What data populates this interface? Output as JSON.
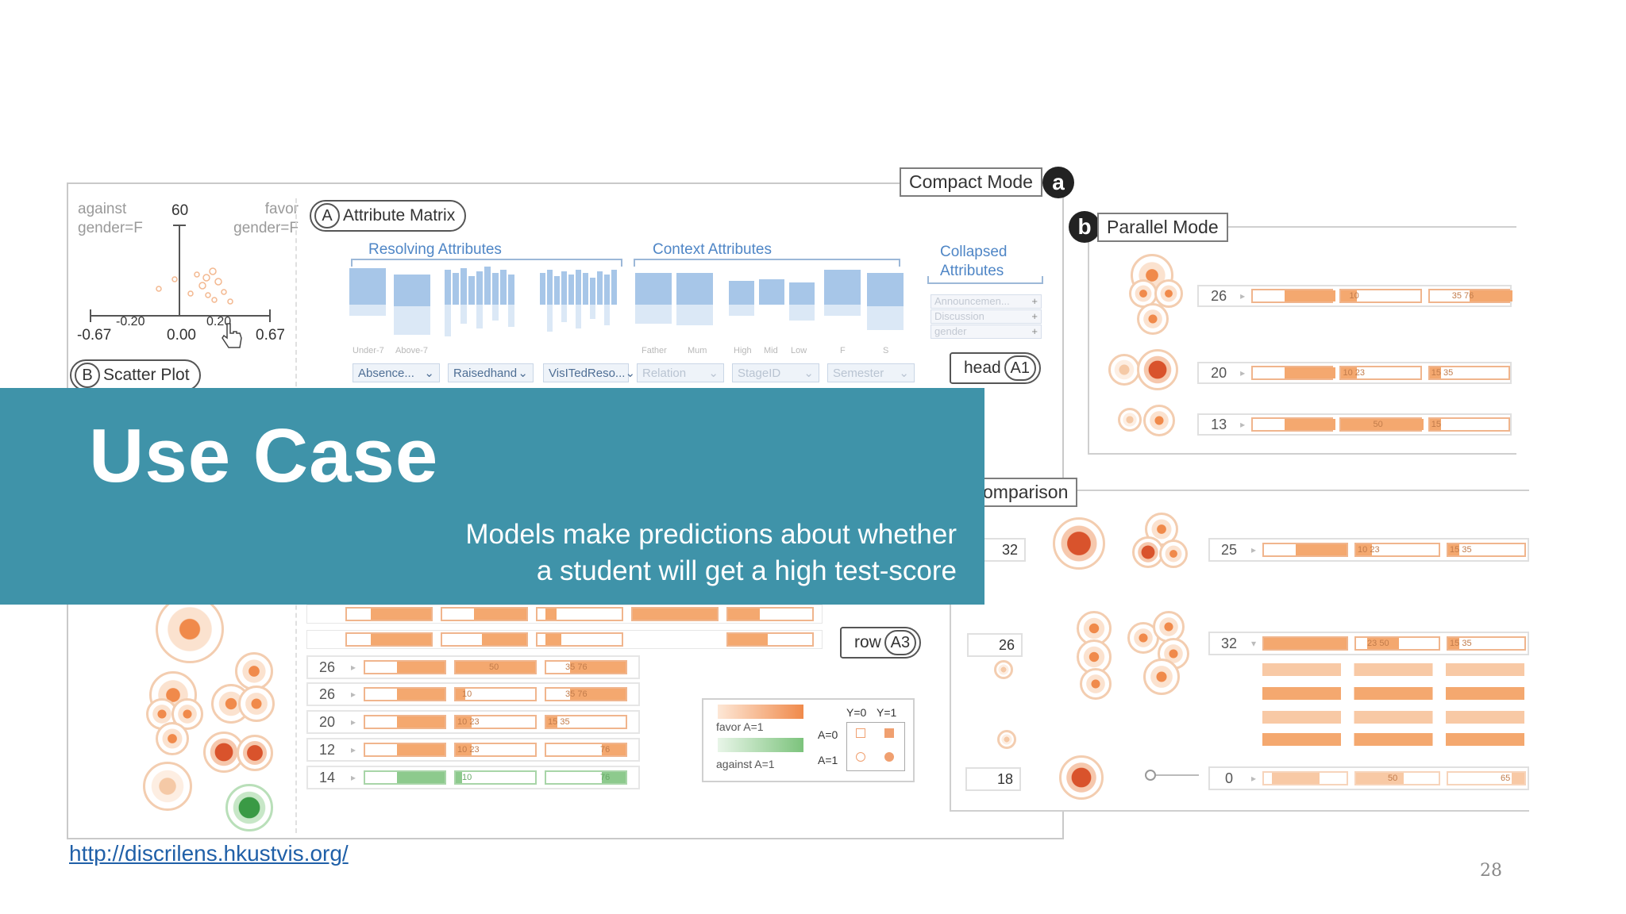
{
  "slide": {
    "banner": {
      "title": "Use Case",
      "subtitle_line1": "Models make predictions about whether",
      "subtitle_line2": "a student will get a high test-score"
    },
    "url": "http://discrilens.hkustvis.org/",
    "page_number": "28"
  },
  "colors": {
    "banner": "#3f93a9",
    "favor": "#f4a86f",
    "against": "#8dca8d",
    "attribute_blue": "#4f86c6"
  },
  "screenshot": {
    "compact_mode": {
      "label": "Compact Mode",
      "letter": "a"
    },
    "parallel_mode": {
      "label": "Parallel Mode",
      "letter": "b"
    },
    "comparison_label": "omparison",
    "scatter": {
      "against_label": "against\ngender=F",
      "favor_label": "favor\ngender=F",
      "top_value": "60",
      "inner_left": "-0.20",
      "inner_right": "0.20",
      "x_min": "-0.67",
      "x_mid": "0.00",
      "x_max": "0.67",
      "tag_letter": "B",
      "tag_label": "Scatter Plot"
    },
    "attribute_matrix": {
      "tag_letter": "A",
      "tag_label": "Attribute Matrix",
      "resolving": "Resolving Attributes",
      "context": "Context Attributes",
      "collapsed": "Collapsed\nAttributes",
      "col_labels": [
        "Under-7",
        "Above-7",
        "Father",
        "Mum",
        "High",
        "Mid",
        "Low",
        "F",
        "S"
      ],
      "dropdowns": [
        "Absence...",
        "Raisedhand",
        "VisITedReso...",
        "Relation",
        "StageID",
        "Semester"
      ],
      "collapsed_items": [
        "Announcemen...",
        "Discussion",
        "gender"
      ],
      "head_label": "head",
      "head_tag": "A1"
    },
    "rows": {
      "row_label": "row",
      "row_tag": "A3",
      "items": [
        {
          "count": "26",
          "nums": [
            "",
            "50",
            "35 76"
          ]
        },
        {
          "count": "26",
          "nums": [
            "",
            "10",
            "35 76"
          ]
        },
        {
          "count": "20",
          "nums": [
            "",
            "10 23",
            "15 35"
          ]
        },
        {
          "count": "12",
          "nums": [
            "",
            "10 23",
            "76"
          ]
        },
        {
          "count": "14",
          "nums": [
            "",
            "10",
            "76"
          ]
        }
      ]
    },
    "legend": {
      "favor": "favor A=1",
      "against": "against A=1",
      "y0": "Y=0",
      "y1": "Y=1",
      "a0": "A=0",
      "a1": "A=1"
    },
    "parallel_rows": [
      {
        "count": "26",
        "nums": [
          "10",
          "35 76"
        ]
      },
      {
        "count": "20",
        "nums": [
          "10 23",
          "15 35"
        ]
      },
      {
        "count": "13",
        "nums": [
          "50",
          "15"
        ]
      }
    ],
    "comparison_rows": [
      {
        "left": "32",
        "right": "25",
        "nums": [
          "10 23",
          "15 35"
        ]
      },
      {
        "left": "26",
        "right": "32",
        "nums": [
          "23 50",
          "15 35"
        ]
      },
      {
        "left": "18",
        "right": "0",
        "nums": [
          "50",
          "65"
        ]
      }
    ]
  }
}
